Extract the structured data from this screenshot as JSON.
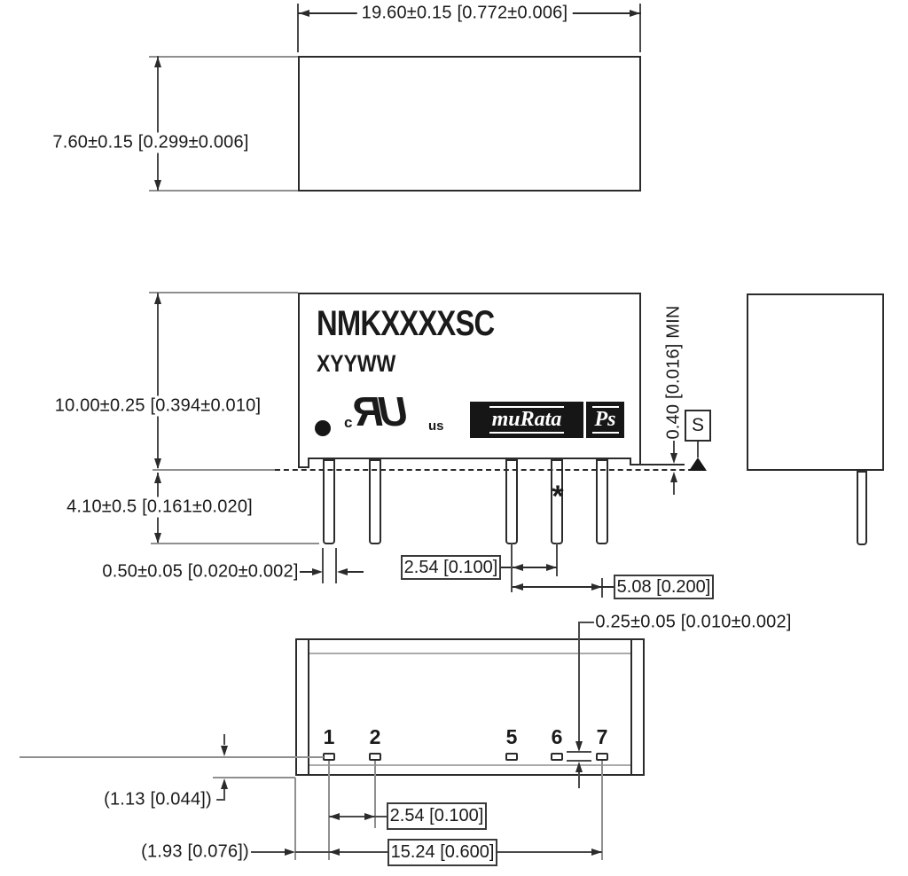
{
  "top_view": {
    "width_dim": "19.60±0.15 [0.772±0.006]",
    "height_dim": "7.60±0.15 [0.299±0.006]"
  },
  "front_view": {
    "part_number": "NMKXXXXSC",
    "marking_code": "XYYWW",
    "ul_mark": {
      "c": "c",
      "monogram": "UR",
      "us": "us"
    },
    "murata_text": "muRata",
    "ps_text": "Ps",
    "body_height_dim": "10.00±0.25 [0.394±0.010]",
    "pin_length_dim": "4.10±0.5 [0.161±0.020]",
    "pin_width_dim": "0.50±0.05 [0.020±0.002]",
    "pin_pitch_dim": "2.54 [0.100]",
    "pin_span_dim": "5.08 [0.200]",
    "standoff_dim": "0.40 [0.016] MIN",
    "datum_label": "S",
    "pin_marker": "*"
  },
  "bottom_view": {
    "pad_thickness_dim": "0.25±0.05 [0.010±0.002]",
    "pad_offset_dim": "(1.13 [0.044])",
    "pin_pitch_dim": "2.54 [0.100]",
    "edge_offset_dim": "(1.93 [0.076])",
    "pin_span_dim": "15.24 [0.600]",
    "pin_labels": [
      "1",
      "2",
      "5",
      "6",
      "7"
    ]
  }
}
